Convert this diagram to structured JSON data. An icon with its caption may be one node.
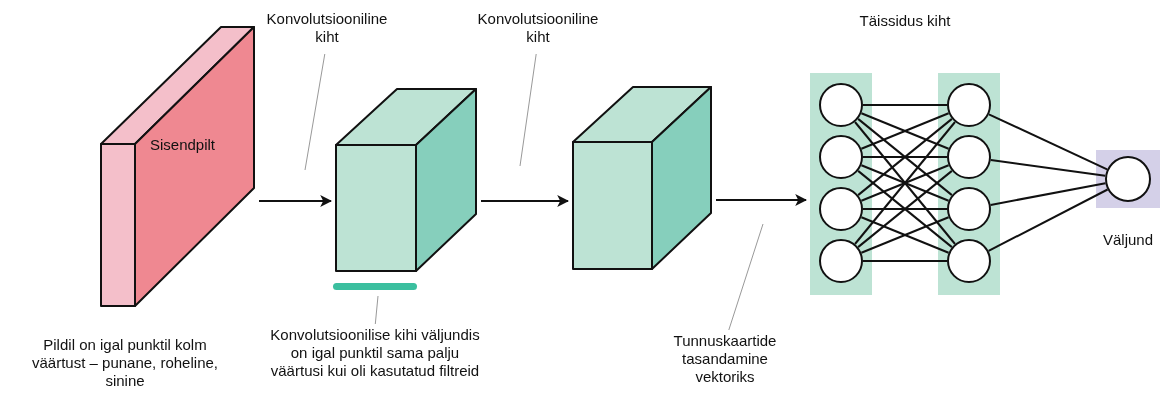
{
  "diagram": {
    "nodes": [
      {
        "text": [
          "Sisendpilt"
        ]
      },
      {
        "text": [],
        "shape": "cube"
      },
      {
        "text": [],
        "shape": "cube"
      },
      {
        "text": [],
        "shape": "box"
      },
      {
        "text": [],
        "shape": "circle",
        "in": 3
      },
      {
        "text": [],
        "shape": "circle",
        "in": 3
      },
      {
        "text": [],
        "shape": "circle",
        "in": 3
      },
      {
        "text": [],
        "shape": "circle",
        "in": 3
      },
      {
        "text": [],
        "shape": "box"
      },
      {
        "text": [],
        "shape": "circle",
        "in": 8
      },
      {
        "text": [],
        "shape": "circle",
        "in": 8
      },
      {
        "text": [],
        "shape": "circle",
        "in": 8
      },
      {
        "text": [],
        "shape": "circle",
        "in": 8
      },
      {
        "text": [],
        "shape": "box",
        "beside": [
          "Väljund"
        ]
      },
      {
        "text": [],
        "shape": "circle",
        "in": 13
      },
      {
        "text": [
          "Konvolutsiooniline kiht"
        ]
      },
      {
        "text": [
          "Konvolutsiooniline kiht"
        ]
      },
      {
        "text": [
          "Konvolutsioonilise kihi väljundis on igal punktil sama palju väärtusi kui oli kasutatud filtreid"
        ]
      },
      {
        "text": [],
        "shape": "bar"
      },
      {
        "text": [
          "Tunnuskaartide tasandamine vektoriks"
        ]
      }
    ],
    "edges": [
      {
        "from": 0,
        "to": 1,
        "arrow": "to"
      },
      {
        "from": 1,
        "to": 2,
        "arrow": "to"
      },
      {
        "from": 2,
        "to": 3,
        "arrow": "to"
      },
      {
        "from": 4,
        "to": 9,
        "arrow": "none"
      },
      {
        "from": 4,
        "to": 10,
        "arrow": "none"
      },
      {
        "from": 4,
        "to": 11,
        "arrow": "none"
      },
      {
        "from": 4,
        "to": 12,
        "arrow": "none"
      },
      {
        "from": 5,
        "to": 9,
        "arrow": "none"
      },
      {
        "from": 5,
        "to": 10,
        "arrow": "none"
      },
      {
        "from": 5,
        "to": 11,
        "arrow": "none"
      },
      {
        "from": 5,
        "to": 12,
        "arrow": "none"
      },
      {
        "from": 6,
        "to": 9,
        "arrow": "none"
      },
      {
        "from": 6,
        "to": 10,
        "arrow": "none"
      },
      {
        "from": 6,
        "to": 11,
        "arrow": "none"
      },
      {
        "from": 6,
        "to": 12,
        "arrow": "none"
      },
      {
        "from": 7,
        "to": 9,
        "arrow": "none"
      },
      {
        "from": 7,
        "to": 10,
        "arrow": "none"
      },
      {
        "from": 7,
        "to": 11,
        "arrow": "none"
      },
      {
        "from": 7,
        "to": 12,
        "arrow": "none"
      },
      {
        "from": 9,
        "to": 14,
        "arrow": "none"
      },
      {
        "from": 10,
        "to": 14,
        "arrow": "none"
      },
      {
        "from": 11,
        "to": 14,
        "arrow": "none"
      },
      {
        "from": 12,
        "to": 14,
        "arrow": "none"
      },
      {
        "from": 15,
        "to": null,
        "arrow": "none",
        "color": "#999999"
      },
      {
        "from": 16,
        "to": null,
        "arrow": "none",
        "color": "#999999"
      },
      {
        "from": 17,
        "to": 18,
        "arrow": "none",
        "color": "#999999"
      },
      {
        "from": 19,
        "to": null,
        "arrow": "none",
        "color": "#999999"
      }
    ],
    "labels": [
      "Täissidus kiht",
      "Pildil on igal punktil kolm väärtust – punane, roheline, sinine"
    ]
  }
}
